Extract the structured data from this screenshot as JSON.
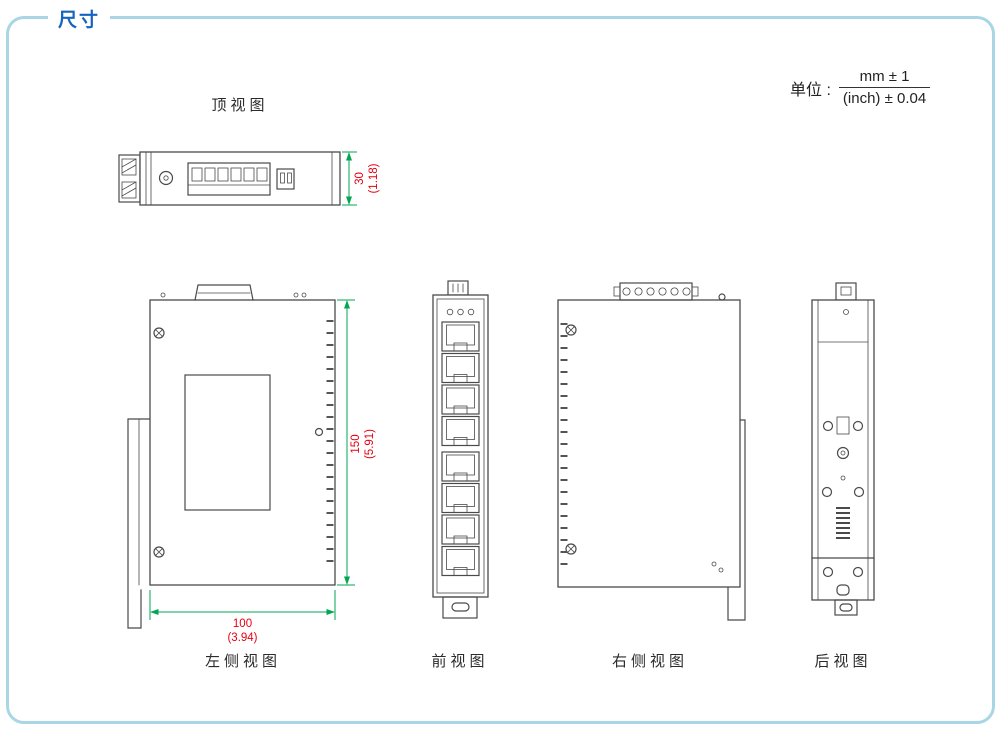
{
  "header": {
    "title": "尺寸",
    "unit_label": "单位 :",
    "unit_numerator": "mm ± 1",
    "unit_denominator": "(inch) ± 0.04"
  },
  "views": {
    "top": {
      "label": "顶视图"
    },
    "left_side": {
      "label": "左侧视图"
    },
    "front": {
      "label": "前视图"
    },
    "right_side": {
      "label": "右侧视图"
    },
    "rear": {
      "label": "后视图"
    }
  },
  "dimensions": {
    "height_mm": "30",
    "height_inch": "(1.18)",
    "depth_mm": "150",
    "depth_inch": "(5.91)",
    "width_mm": "100",
    "width_inch": "(3.94)"
  },
  "colors": {
    "accent_blue": "#1565c0",
    "border_blue": "#a9d6e5",
    "dimension_line_green": "#00a651",
    "dimension_text_red": "#e60012",
    "drawing_line": "#4a4a4a"
  }
}
